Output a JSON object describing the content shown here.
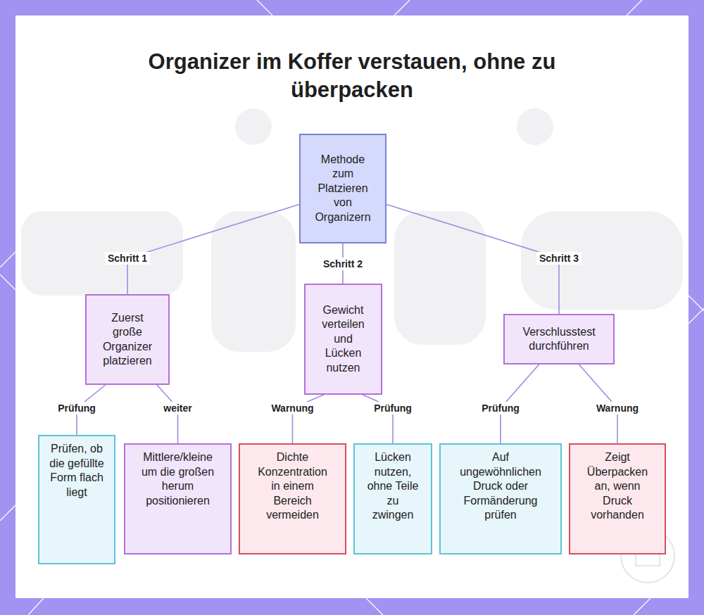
{
  "diagram": {
    "title": "Organizer im Koffer verstauen, ohne zu überpacken",
    "nodes": [
      {
        "text": [
          "Methode zum Platzieren von Organizern"
        ]
      },
      {
        "text": [
          "Zuerst große Organizer platzieren"
        ]
      },
      {
        "text": [
          "Gewicht verteilen und Lücken nutzen"
        ]
      },
      {
        "text": [
          "Verschlusstest durchführen"
        ]
      },
      {
        "text": [
          "Prüfen, ob die gefüllte Form flach liegt"
        ]
      },
      {
        "text": [
          "Mittlere/kleine um die großen herum positionieren"
        ]
      },
      {
        "text": [
          "Dichte Konzentration in einem Bereich vermeiden"
        ]
      },
      {
        "text": [
          "Lücken nutzen, ohne Teile zu zwingen"
        ]
      },
      {
        "text": [
          "Auf ungewöhnlichen Druck oder Formänderung prüfen"
        ]
      },
      {
        "text": [
          "Zeigt Überpacken an, wenn Druck vorhanden"
        ]
      }
    ],
    "edges": [
      {
        "from": 0,
        "to": 1,
        "label": "Schritt 1",
        "arrow": "none"
      },
      {
        "from": 0,
        "to": 2,
        "label": "Schritt 2",
        "arrow": "none"
      },
      {
        "from": 0,
        "to": 3,
        "label": "Schritt 3",
        "arrow": "none"
      },
      {
        "from": 1,
        "to": 4,
        "label": "Prüfung",
        "arrow": "none"
      },
      {
        "from": 1,
        "to": 5,
        "label": "weiter",
        "arrow": "none"
      },
      {
        "from": 2,
        "to": 6,
        "label": "Warnung",
        "arrow": "none"
      },
      {
        "from": 2,
        "to": 7,
        "label": "Prüfung",
        "arrow": "none"
      },
      {
        "from": 3,
        "to": 8,
        "label": "Prüfung",
        "arrow": "none"
      },
      {
        "from": 3,
        "to": 9,
        "label": "Warnung",
        "arrow": "none"
      }
    ]
  }
}
